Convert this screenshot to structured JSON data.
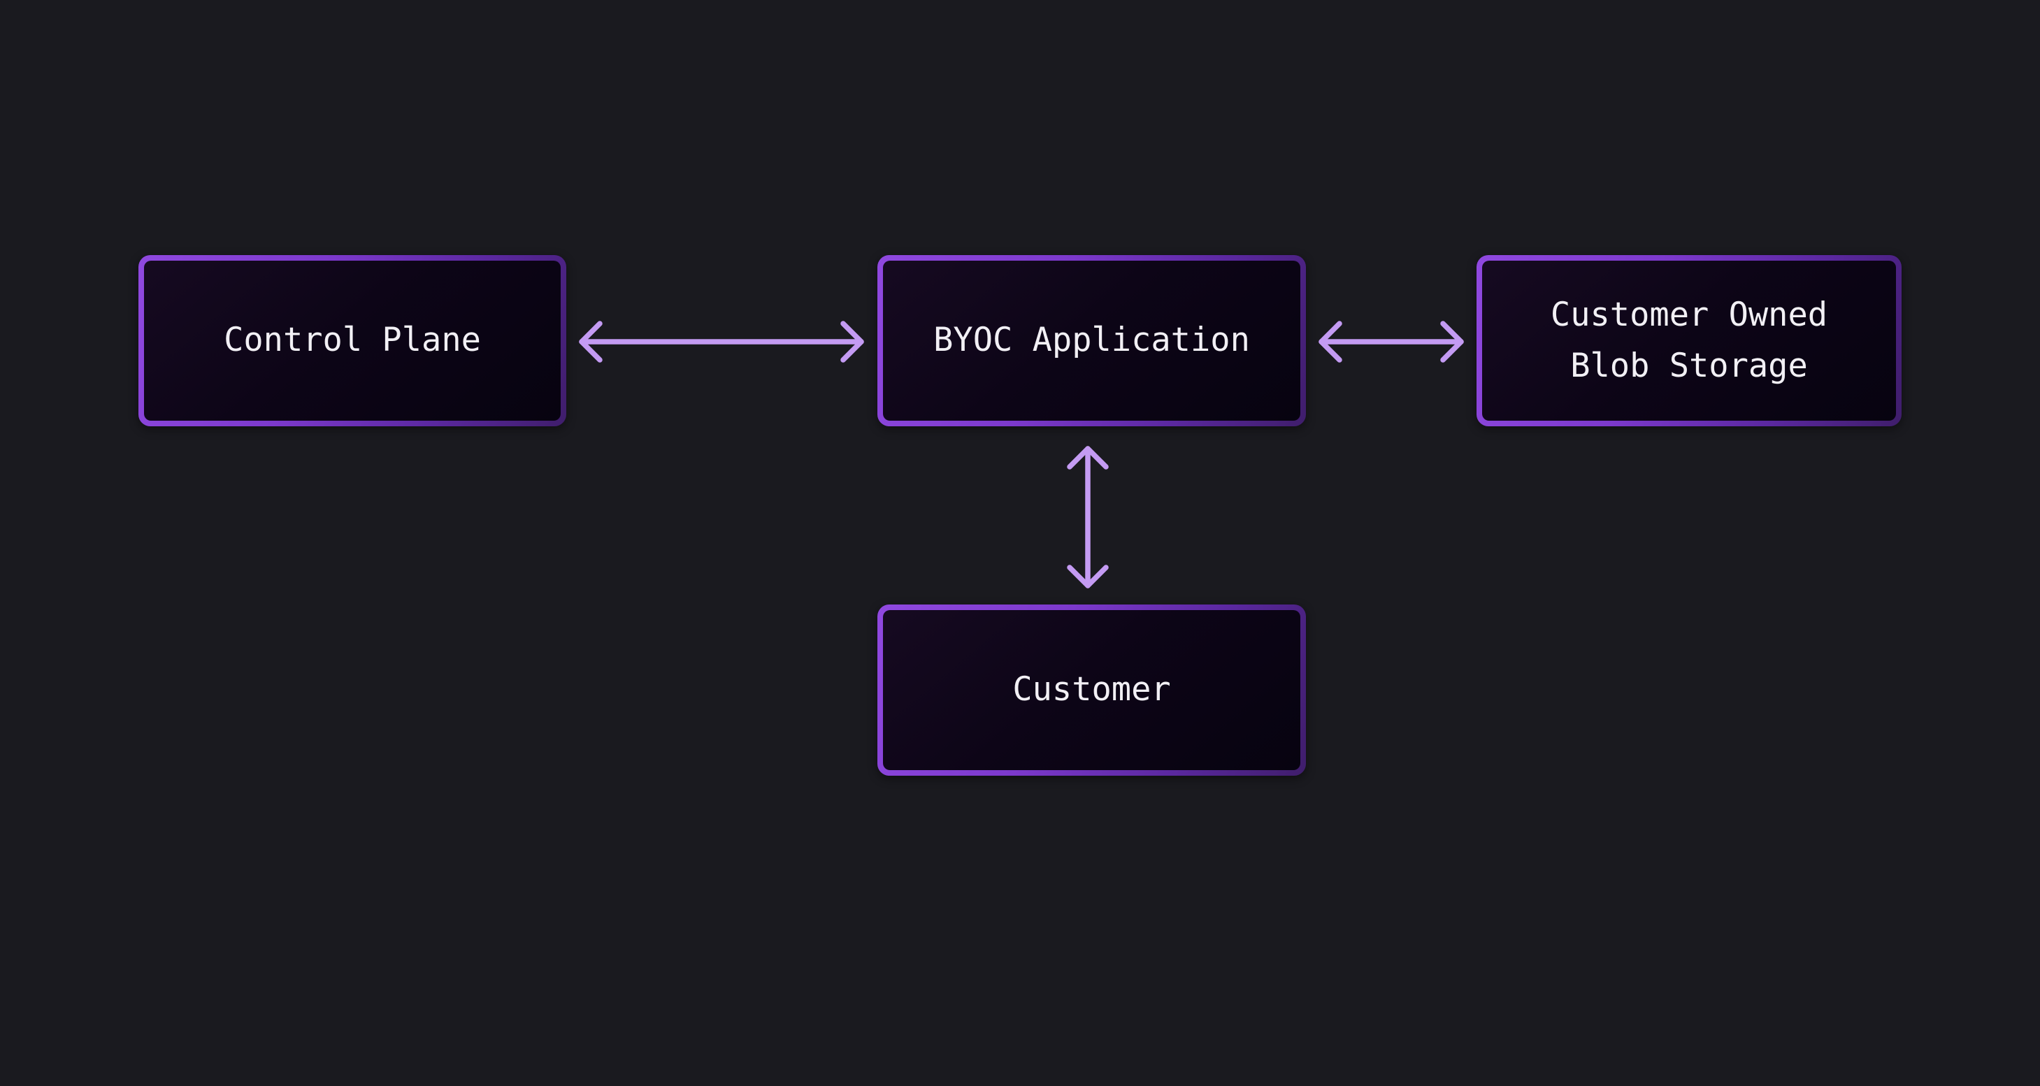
{
  "diagram": {
    "title": "BYOC architecture diagram",
    "nodes": [
      {
        "id": "control-plane",
        "label": "Control Plane"
      },
      {
        "id": "byoc-application",
        "label": "BYOC Application"
      },
      {
        "id": "blob-storage",
        "label": "Customer Owned\nBlob Storage"
      },
      {
        "id": "customer",
        "label": "Customer"
      }
    ],
    "edges": [
      {
        "from": "control-plane",
        "to": "byoc-application",
        "type": "bidirectional-arrow",
        "orientation": "horizontal"
      },
      {
        "from": "byoc-application",
        "to": "blob-storage",
        "type": "bidirectional-arrow",
        "orientation": "horizontal"
      },
      {
        "from": "byoc-application",
        "to": "customer",
        "type": "bidirectional-arrow",
        "orientation": "vertical"
      }
    ],
    "divider": {
      "description": "vertical boundary line between control plane side and customer side"
    },
    "colors": {
      "background": "#1a1a1f",
      "arrow": "#c49bf3",
      "node_border_light": "#9049e0",
      "node_border_dark": "#3f1d6b",
      "node_fill": "#0d0517",
      "divider_mid": "#b4b4b9",
      "divider_end": "#26262c",
      "text": "#f2f0f5"
    }
  }
}
